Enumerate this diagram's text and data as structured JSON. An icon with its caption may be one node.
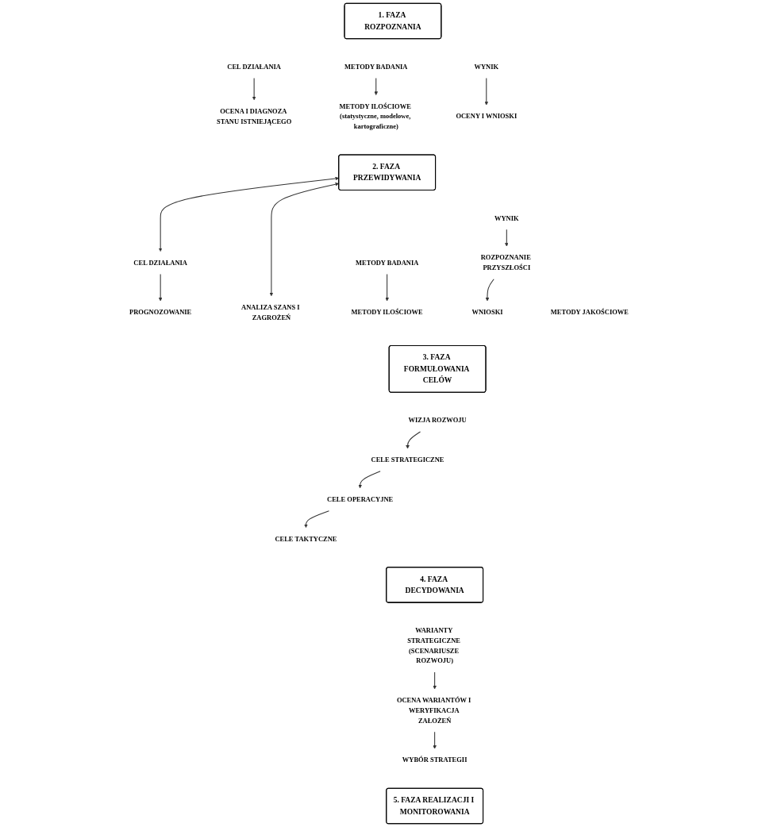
{
  "diagram": {
    "nodes": [
      {
        "text": [
          "1. FAZA ROZPOZNANIA"
        ]
      },
      {
        "text": [
          "CEL DZIAŁANIA"
        ]
      },
      {
        "text": [
          "METODY BADANIA"
        ]
      },
      {
        "text": [
          "WYNIK"
        ]
      },
      {
        "text": [
          "OCENA I DIAGNOZA STANU ISTNIEJĄCEGO"
        ]
      },
      {
        "text": [
          "METODY ILOŚCIOWE (statystyczne, modelowe, kartograficzne)"
        ]
      },
      {
        "text": [
          "OCENY I WNIOSKI"
        ]
      },
      {
        "text": [
          "2. FAZA PRZEWIDYWANIA"
        ]
      },
      {
        "text": [
          "CEL DZIAŁANIA"
        ]
      },
      {
        "text": [
          "METODY BADANIA"
        ]
      },
      {
        "text": [
          "WYNIK"
        ]
      },
      {
        "text": [
          "PROGNOZOWANIE"
        ]
      },
      {
        "text": [
          "METODY ILOŚCIOWE"
        ]
      },
      {
        "text": [
          "ROZPOZNANIE PRZYSZŁOŚCI"
        ]
      },
      {
        "text": [
          "ANALIZA SZANS I ZAGROŻEŃ"
        ]
      },
      {
        "text": [
          "METODY JAKOŚCIOWE"
        ]
      },
      {
        "text": [
          "WNIOSKI"
        ]
      },
      {
        "text": [
          "3. FAZA FORMUŁOWANIA CELÓW"
        ]
      },
      {
        "text": [
          "WIZJA ROZWOJU"
        ]
      },
      {
        "text": [
          "CELE STRATEGICZNE"
        ]
      },
      {
        "text": [
          "CELE OPERACYJNE"
        ]
      },
      {
        "text": [
          "CELE TAKTYCZNE"
        ]
      },
      {
        "text": [
          "4. FAZA DECYDOWANIA"
        ]
      },
      {
        "text": [
          "WARIANTY STRATEGICZNE (SCENARIUSZE ROZWOJU)"
        ]
      },
      {
        "text": [
          "OCENA WARIANTÓW I WERYFIKACJA ZAŁOŻEŃ"
        ]
      },
      {
        "text": [
          "WYBÓR STRATEGII"
        ]
      },
      {
        "text": [
          "5. FAZA REALIZACJI I MONITOROWANIA"
        ]
      }
    ],
    "edges": [
      {
        "from": 1,
        "to": 4,
        "arrow": "to"
      },
      {
        "from": 2,
        "to": 5,
        "arrow": "to"
      },
      {
        "from": 3,
        "to": 6,
        "arrow": "to"
      },
      {
        "from": 7,
        "to": 8,
        "arrow": "both"
      },
      {
        "from": 7,
        "to": 14,
        "arrow": "both"
      },
      {
        "from": 8,
        "to": 11,
        "arrow": "to"
      },
      {
        "from": 9,
        "to": 12,
        "arrow": "to"
      },
      {
        "from": 10,
        "to": 13,
        "arrow": "to"
      },
      {
        "from": 13,
        "to": 16,
        "arrow": "to"
      },
      {
        "from": 18,
        "to": 19,
        "arrow": "to"
      },
      {
        "from": 19,
        "to": 20,
        "arrow": "to"
      },
      {
        "from": 20,
        "to": 21,
        "arrow": "to"
      },
      {
        "from": 23,
        "to": 24,
        "arrow": "to"
      },
      {
        "from": 24,
        "to": 25,
        "arrow": "to"
      }
    ]
  }
}
